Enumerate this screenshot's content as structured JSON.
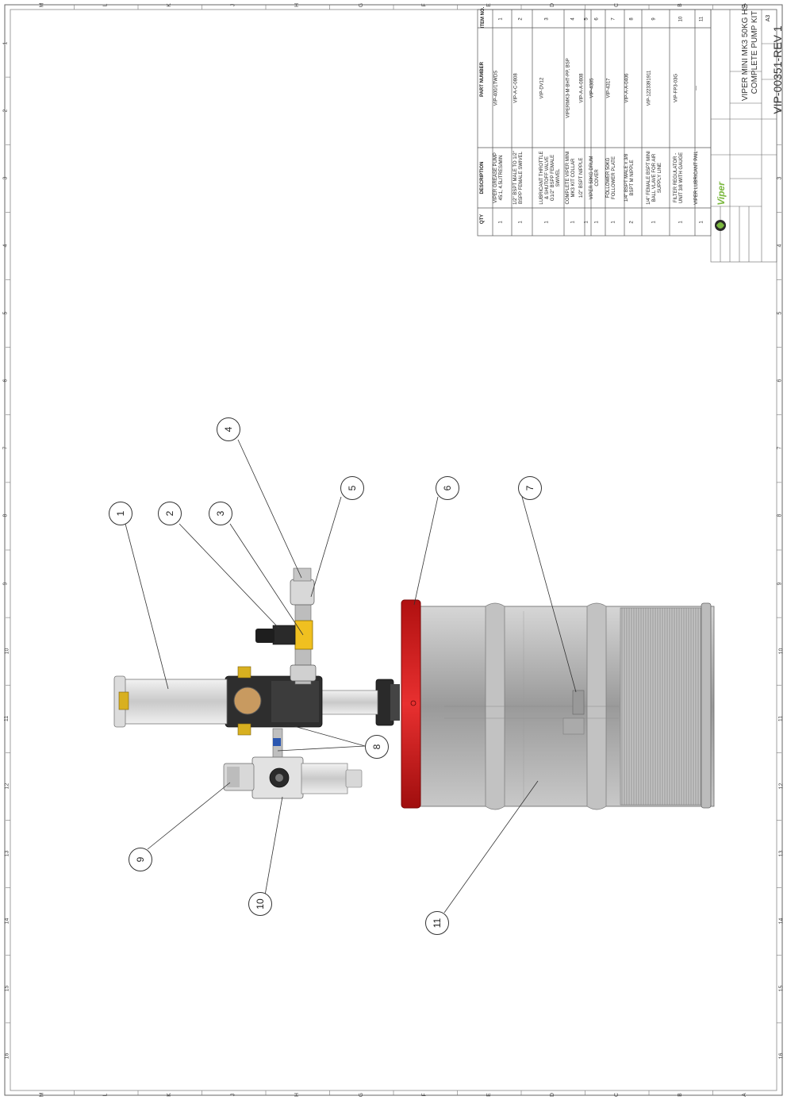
{
  "drawing": {
    "title_line1": "VIPER MINI MK3 50KG HS",
    "title_line2": "COMPLETE PUMP KIT",
    "drawing_number": "VIP-00351-REV 1",
    "sheet_size": "A3",
    "logo_text": "Viper"
  },
  "zones": {
    "letters": [
      "A",
      "B",
      "C",
      "D",
      "E",
      "F",
      "G",
      "H",
      "J",
      "K",
      "L",
      "M"
    ],
    "numbers": [
      "1",
      "2",
      "3",
      "4",
      "5",
      "6",
      "7",
      "8",
      "9",
      "10",
      "11",
      "12",
      "13",
      "14",
      "15",
      "16"
    ]
  },
  "bom": {
    "headers": {
      "item": "ITEM NO.",
      "part": "PART NUMBER",
      "desc": "DESCRIPTION",
      "qty": "QTY"
    },
    "rows": [
      {
        "item": "1",
        "part": "VIP-400/1TWDS",
        "desc": "VIPER GREASE PUMP 45:1, 4.5LITRES/MIN",
        "qty": "1"
      },
      {
        "item": "2",
        "part": "VIP-A-C-0808",
        "desc": "1/2\" BSPT MALE TO 1/2\" BSPP FEMALE SWIVEL",
        "qty": "1"
      },
      {
        "item": "3",
        "part": "VIP-DV12",
        "desc": "LUBRICANT THROTTLE & SHUTOFF VALVE G1/2\" BSPP FEMALE SWIVEL",
        "qty": "1"
      },
      {
        "item": "4",
        "part": "VIPERMK3-M-BHT-PP, BSP",
        "desc": "COMPLETE VIPER MINI MK3 KIT COLLAR",
        "qty": "1"
      },
      {
        "item": "5",
        "part": "VIP-A-A-0808",
        "desc": "1/2\" BSPT NIPPLE",
        "qty": "1"
      },
      {
        "item": "6",
        "part": "VIP-4305",
        "desc": "VIPER 50KG DRUM COVER",
        "qty": "1"
      },
      {
        "item": "7",
        "part": "VIP-4317",
        "desc": "FOLLOWER 50KG FOLLOWER PLATE",
        "qty": "1"
      },
      {
        "item": "8",
        "part": "VIP-A-A-0406",
        "desc": "1/4\" BSPT MALE x 3/8 BSPT M NIPPLE",
        "qty": "2"
      },
      {
        "item": "9",
        "part": "VIP-1223391911",
        "desc": "1/4\" FEMALE BSPT MINI BALL VLAVE FOR AIR SUPPLY LINE",
        "qty": "1"
      },
      {
        "item": "10",
        "part": "VIP-FP3-03G",
        "desc": "FILTER REGULATOR - UNIT 3/8 WITH GAUGE",
        "qty": "1"
      },
      {
        "item": "11",
        "part": "---",
        "desc": "VIPER LUBRICANT PAIL",
        "qty": "1"
      }
    ]
  },
  "balloons": [
    "1",
    "2",
    "3",
    "4",
    "5",
    "6",
    "7",
    "8",
    "9",
    "10",
    "11"
  ],
  "colors": {
    "drum_cover": "#e02020",
    "drum_body": "#a8a8a8",
    "pump_body": "#2e2e2e",
    "brass": "#d8b020",
    "collar_yellow": "#f0c020",
    "logo_green": "#7bb83f"
  }
}
